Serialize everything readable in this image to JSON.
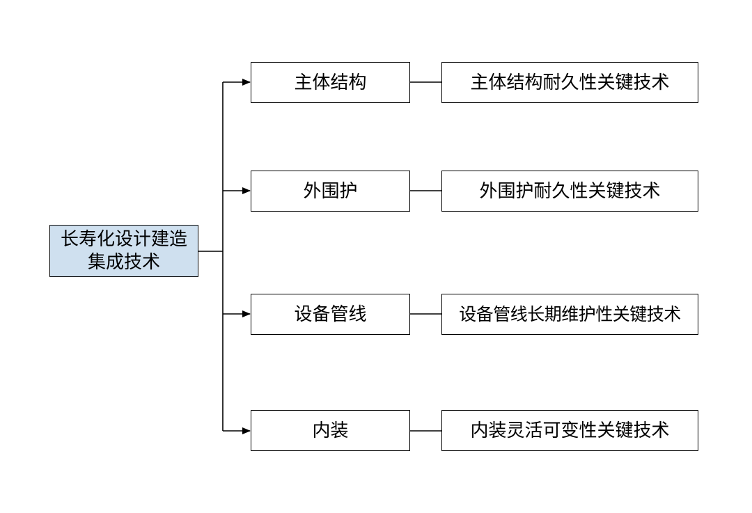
{
  "root": {
    "line1": "长寿化设计建造",
    "line2": "集成技术",
    "fill_color": "#cfe0ef"
  },
  "branches": [
    {
      "category": "主体结构",
      "technology": "主体结构耐久性关键技术"
    },
    {
      "category": "外围护",
      "technology": "外围护耐久性关键技术"
    },
    {
      "category": "设备管线",
      "technology": "设备管线长期维护性关键技术"
    },
    {
      "category": "内装",
      "technology": "内装灵活可变性关键技术"
    }
  ]
}
